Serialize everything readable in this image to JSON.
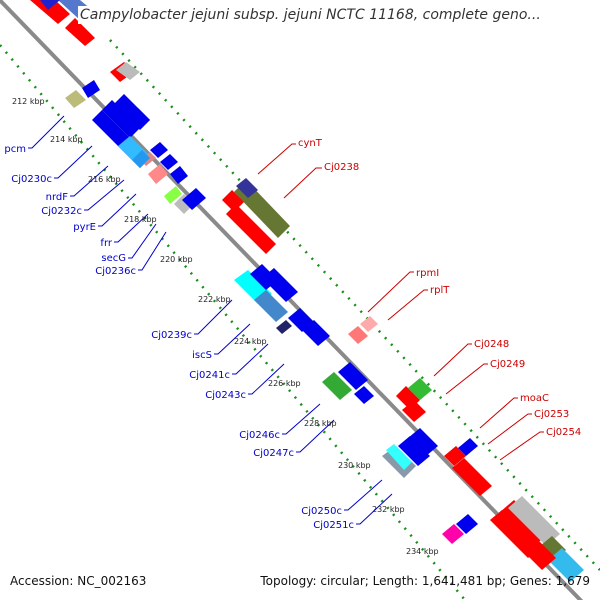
{
  "title": "Campylobacter jejuni subsp. jejuni NCTC 11168, complete geno...",
  "footer": {
    "accession": "Accession: NC_002163",
    "summary": "Topology: circular; Length: 1,641,481 bp; Genes: 1,679"
  },
  "colors": {
    "forward_label": "#cc0000",
    "reverse_label": "#0000cc",
    "backbone": "#888888",
    "tick_ring": "#1a8f1a"
  },
  "ticks": [
    "212 kbp",
    "214 kbp",
    "216 kbp",
    "218 kbp",
    "220 kbp",
    "222 kbp",
    "224 kbp",
    "226 kbp",
    "228 kbp",
    "230 kbp",
    "232 kbp",
    "234 kbp"
  ],
  "forward_genes": [
    "cynT",
    "Cj0238",
    "rpmI",
    "rplT",
    "Cj0248",
    "Cj0249",
    "moaC",
    "Cj0253",
    "Cj0254"
  ],
  "reverse_genes": [
    "pcm",
    "Cj0230c",
    "nrdF",
    "Cj0232c",
    "pyrE",
    "frr",
    "secG",
    "Cj0236c",
    "Cj0239c",
    "iscS",
    "Cj0241c",
    "Cj0243c",
    "Cj0246c",
    "Cj0247c",
    "Cj0250c",
    "Cj0251c"
  ]
}
